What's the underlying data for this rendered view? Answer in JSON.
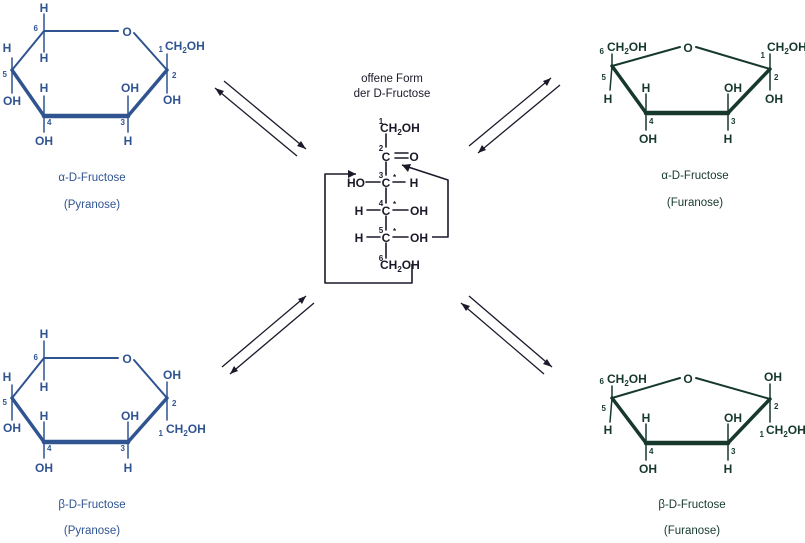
{
  "colors": {
    "pyranose": "#2f5490",
    "furanose": "#17392c",
    "open": "#1a1a2a"
  },
  "center": {
    "title_line1": "offene Form",
    "title_line2": "der D-Fructose"
  },
  "labels": {
    "alpha_pyranose_name": "α-D-Fructose",
    "alpha_pyranose_form": "(Pyranose)",
    "beta_pyranose_name": "β-D-Fructose",
    "beta_pyranose_form": "(Pyranose)",
    "alpha_furanose_name": "α-D-Fructose",
    "alpha_furanose_form": "(Furanose)",
    "beta_furanose_name": "β-D-Fructose",
    "beta_furanose_form": "(Furanose)"
  },
  "atoms": {
    "H": "H",
    "O": "O",
    "C": "C",
    "OH": "OH",
    "HO": "HO",
    "CH": "CH",
    "sub2": "2",
    "star": "*",
    "n1": "1",
    "n2": "2",
    "n3": "3",
    "n4": "4",
    "n5": "5",
    "n6": "6"
  }
}
